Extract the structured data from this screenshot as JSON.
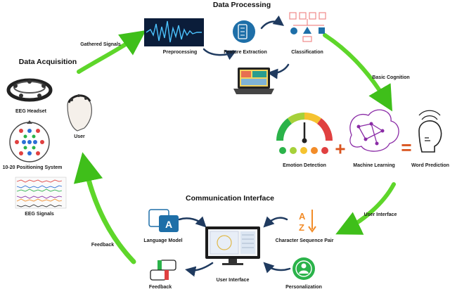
{
  "sections": {
    "data_processing": "Data Processing",
    "data_acquisition": "Data Acquisition",
    "communication_interface": "Communication Interface"
  },
  "arrows": {
    "gathered_signals": "Gathered Signals",
    "basic_cognition": "Basic Cognition",
    "user_interface_return": "User Interface",
    "feedback": "Feedback"
  },
  "nodes": {
    "preprocessing": "Preprocessing",
    "feature_extraction": "Feature Extraction",
    "classification": "Classification",
    "eeg_headset": "EEG Headset",
    "user": "User",
    "positioning_system": "10-20 Positioning System",
    "eeg_signals": "EEG Signals",
    "emotion_detection": "Emotion Detection",
    "machine_learning": "Machine Learning",
    "word_prediction": "Word Prediction",
    "language_model": "Language Model",
    "user_interface": "User Interface",
    "character_sequence_pair": "Character Sequence Pair",
    "feedback": "Feedback",
    "personalization": "Personalization"
  },
  "symbols": {
    "plus": "+",
    "equals": "="
  },
  "icons": {
    "preprocessing": "sound-wave-icon",
    "feature_extraction": "feature-list-icon",
    "classification": "hierarchy-tree-icon",
    "laptop": "laptop-icon",
    "eeg_headset": "eeg-headset-icon",
    "user": "user-head-icon",
    "positioning_system": "electrode-map-icon",
    "eeg_signals": "eeg-waveform-icon",
    "emotion_detection": "emotion-gauge-icon",
    "machine_learning": "brain-network-icon",
    "word_prediction": "speaking-head-icon",
    "language_model": "translate-icon",
    "user_interface": "monitor-icon",
    "character_sequence_pair": "a-to-z-icon",
    "feedback": "thumbs-icon",
    "personalization": "personalization-icon"
  },
  "colors": {
    "cycle_arrow": "#5ed62a",
    "flow_arrow": "#1f3a5f",
    "icon_blue": "#1e6fa8",
    "brain_purple": "#8a2ba6",
    "letters_orange": "#f28c28"
  }
}
